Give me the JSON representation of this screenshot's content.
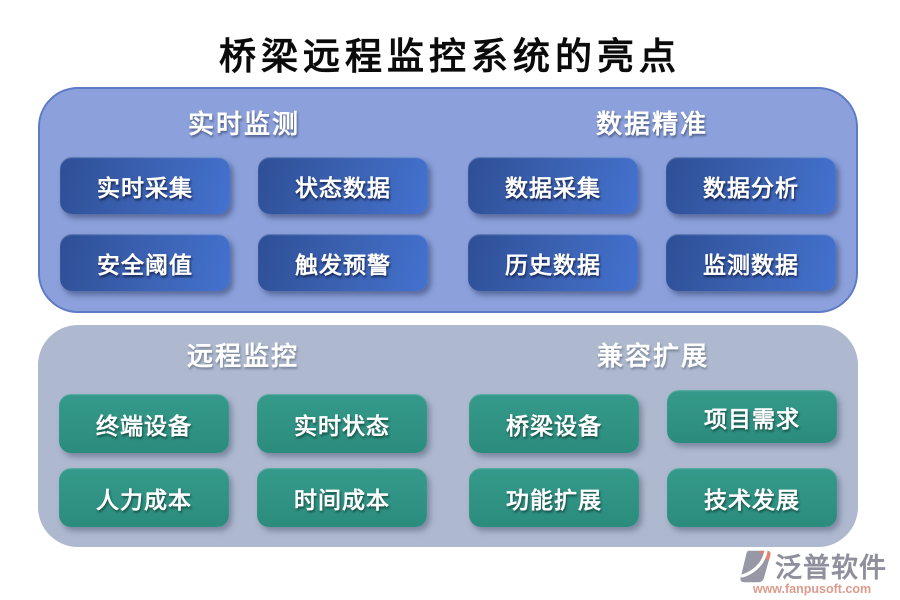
{
  "title": "桥梁远程监控系统的亮点",
  "colors": {
    "panel_top_bg": "#8CA1DB",
    "panel_top_border": "#5E7AC6",
    "panel_bottom_bg": "#AEB9CF",
    "chip_blue_dark": "#2E4F96",
    "chip_blue_light": "#4472D0",
    "chip_green": "#2F9183",
    "chip_text": "#FFFFFF",
    "title_text": "#0B0B0B",
    "logo_text": "#8F8F9E",
    "logo_url": "#DC9B8B"
  },
  "panels": [
    {
      "sections": [
        {
          "header": "实时监测",
          "buttons": [
            "实时采集",
            "状态数据",
            "安全阈值",
            "触发预警"
          ]
        },
        {
          "header": "数据精准",
          "buttons": [
            "数据采集",
            "数据分析",
            "历史数据",
            "监测数据"
          ]
        }
      ]
    },
    {
      "sections": [
        {
          "header": "远程监控",
          "buttons": [
            "终端设备",
            "实时状态",
            "人力成本",
            "时间成本"
          ]
        },
        {
          "header": "兼容扩展",
          "buttons": [
            "桥梁设备",
            "项目需求",
            "功能扩展",
            "技术发展"
          ]
        }
      ]
    }
  ],
  "footer": {
    "logo_text": "泛普软件",
    "website": "www.fanpusoft.com"
  }
}
